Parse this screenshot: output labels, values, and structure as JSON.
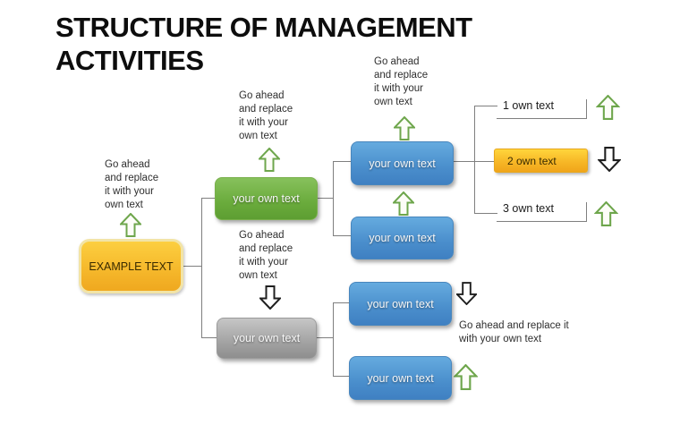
{
  "title": "STRUCTURE OF MANAGEMENT\nACTIVITIES",
  "diagram": {
    "root": {
      "label": "EXAMPLE TEXT",
      "caption": "Go ahead\nand replace\nit with your\nown text",
      "arrow": "up"
    },
    "branch_top": {
      "label": "your own text",
      "caption": "Go ahead\nand replace\nit with your\nown text",
      "arrow": "up"
    },
    "branch_bottom": {
      "label": "your own text",
      "caption": "Go ahead\nand replace\nit with your\nown text",
      "arrow": "down"
    },
    "top_children": [
      {
        "label": "your own text",
        "caption": "Go ahead\nand replace\nit with your\nown text",
        "arrow": "up"
      },
      {
        "label": "your own text",
        "arrow": "up"
      }
    ],
    "leaf_items": [
      {
        "label": "1 own text",
        "arrow": "up"
      },
      {
        "label": "2 own text",
        "arrow": "down"
      },
      {
        "label": "3 own text",
        "arrow": "up"
      }
    ],
    "bottom_children": [
      {
        "label": "your own text",
        "caption": "Go ahead and replace it\nwith your own text",
        "arrow": "down"
      },
      {
        "label": "your own text",
        "arrow": "up"
      }
    ]
  },
  "icons": {
    "up_arrow": "block-arrow-up",
    "down_arrow": "block-arrow-down"
  },
  "colors": {
    "green_arrow": "#6ea64c",
    "black_arrow": "#1f1f1f",
    "arrow_fill": "#fdfdf8",
    "blue_node_top": "#65abdf",
    "blue_node_bottom": "#3f80c2",
    "green_node_top": "#87c15c",
    "green_node_bottom": "#5d9e32",
    "gray_node_top": "#c6c6c6",
    "gray_node_bottom": "#8e8e8e",
    "gold_node_top": "#fccf40",
    "gold_node_bottom": "#efa81f",
    "gold_ring": "#f2e4a6",
    "connector": "#7f7f7f",
    "title_color": "#0d0d0d",
    "caption_color": "#2e2e2e"
  }
}
